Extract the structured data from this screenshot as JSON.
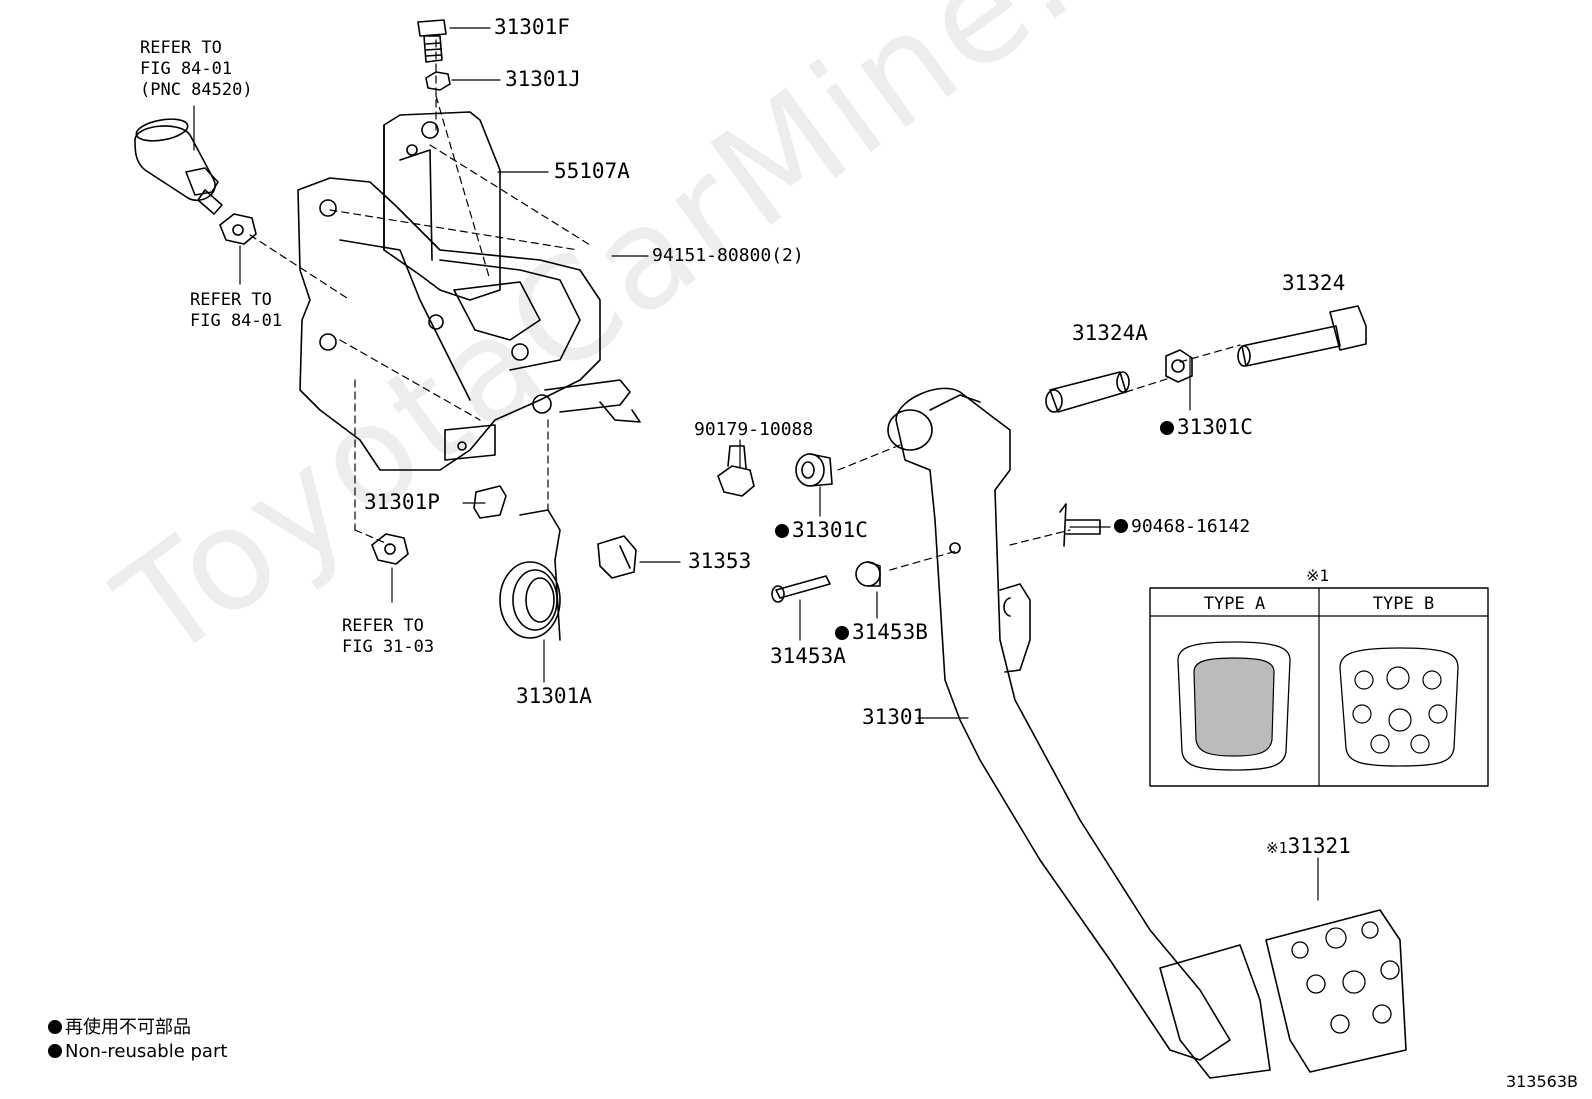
{
  "watermark": "ToyotaCarMine.ru",
  "refer_notes": {
    "switch": "REFER TO\nFIG 84-01\n(PNC 84520)",
    "nut_left": "REFER TO\nFIG 84-01",
    "nut_bottom": "REFER TO\nFIG 31-03"
  },
  "parts": {
    "p31301F": "31301F",
    "p31301J": "31301J",
    "p55107A": "55107A",
    "p94151": "94151-80800(2)",
    "p31324": "31324",
    "p31324A": "31324A",
    "p31301C_right": "31301C",
    "p90179": "90179-10088",
    "p31301P": "31301P",
    "p31301C_mid": "31301C",
    "p90468": "90468-16142",
    "p31353": "31353",
    "p31453B": "31453B",
    "p31453A": "31453A",
    "p31301A": "31301A",
    "p31301": "31301",
    "p31321": "31321"
  },
  "type_table": {
    "marker": "※1",
    "type_a": "TYPE  A",
    "type_b": "TYPE  B"
  },
  "pad_marker": "※1",
  "legend": {
    "jp": "再使用不可部品",
    "en": "Non-reusable part"
  },
  "figure_id": "313563B"
}
